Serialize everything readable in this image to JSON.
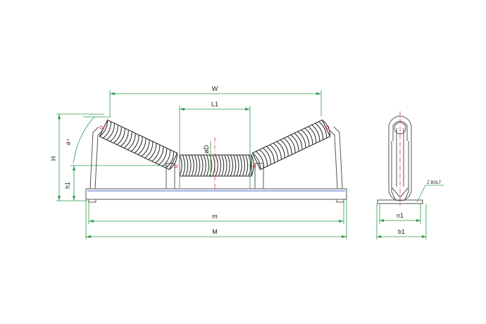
{
  "labels": {
    "W": "W",
    "L1": "L1",
    "D": "øD",
    "H": "H",
    "h1": "h1",
    "alpha": "a°",
    "m": "m",
    "M": "M",
    "n1": "n1",
    "b1": "b1",
    "bolt": "Z BOLT"
  },
  "colors": {
    "dimension": "#2e9a4a",
    "frame": "#555555",
    "centerline": "#dd3333",
    "support": "#4466cc"
  }
}
